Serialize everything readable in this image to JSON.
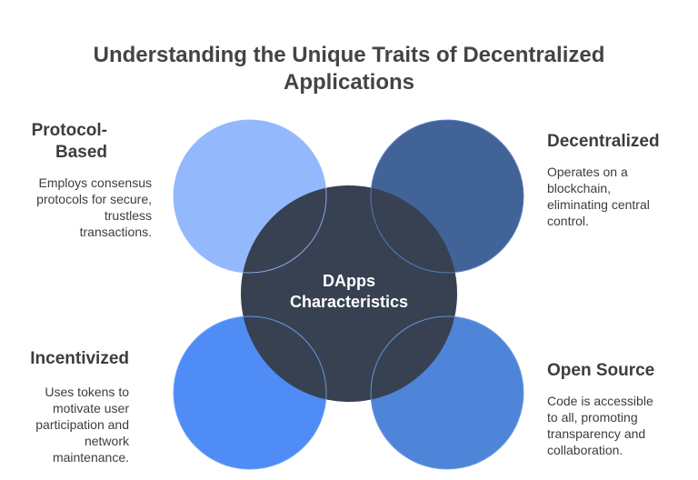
{
  "title": {
    "line1": "Understanding the Unique Traits of Decentralized",
    "line2": "Applications"
  },
  "center": {
    "line1": "DApps",
    "line2": "Characteristics",
    "color": "#374151"
  },
  "traits": {
    "protocol": {
      "heading_line1": "Protocol-",
      "heading_line2": "Based",
      "desc": [
        "Employs consensus",
        "protocols for secure,",
        "trustless",
        "transactions."
      ],
      "color": "#93B8FB"
    },
    "decentralized": {
      "heading": "Decentralized",
      "desc": [
        "Operates on a",
        "blockchain,",
        "eliminating central",
        "control."
      ],
      "color": "#416398"
    },
    "incentivized": {
      "heading": "Incentivized",
      "desc": [
        "Uses tokens to",
        "motivate user",
        "participation and",
        "network",
        "maintenance."
      ],
      "color": "#4F8CF6"
    },
    "opensource": {
      "heading": "Open Source",
      "desc": [
        "Code is accessible",
        "to all, promoting",
        "transparency and",
        "collaboration."
      ],
      "color": "#4E85D9"
    }
  }
}
